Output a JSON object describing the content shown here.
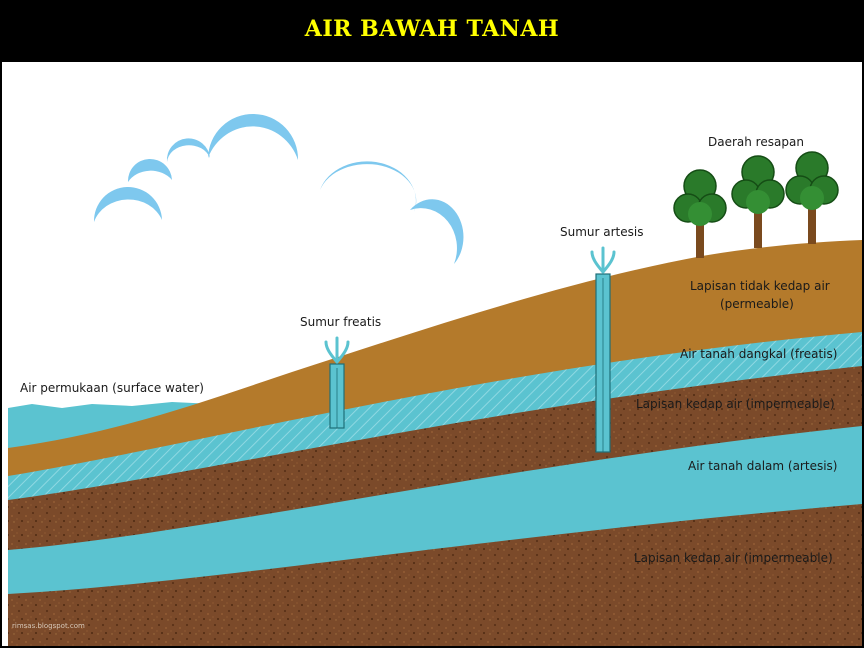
{
  "title": "AIR BAWAH TANAH",
  "labels": {
    "surface_water": "Air permukaan (surface water)",
    "well_phreatic": "Sumur freatis",
    "well_artesian": "Sumur artesis",
    "recharge_area": "Daerah resapan",
    "permeable_line1": "Lapisan tidak kedap air",
    "permeable_line2": "(permeable)",
    "shallow_groundwater": "Air tanah dangkal (freatis)",
    "impermeable_upper": "Lapisan kedap air (impermeable)",
    "deep_groundwater": "Air tanah dalam (artesis)",
    "impermeable_lower": "Lapisan kedap air (impermeable)",
    "watermark": "rimsas.blogspot.com"
  },
  "colors": {
    "title": "#ffff00",
    "sky_cloud": "#7ec8ee",
    "water": "#5bc3d0",
    "permeable": "#b47a2b",
    "impermeable": "#7b4a2a",
    "tree_leaf": "#2a7a2a",
    "tree_trunk": "#7a4a1e"
  }
}
